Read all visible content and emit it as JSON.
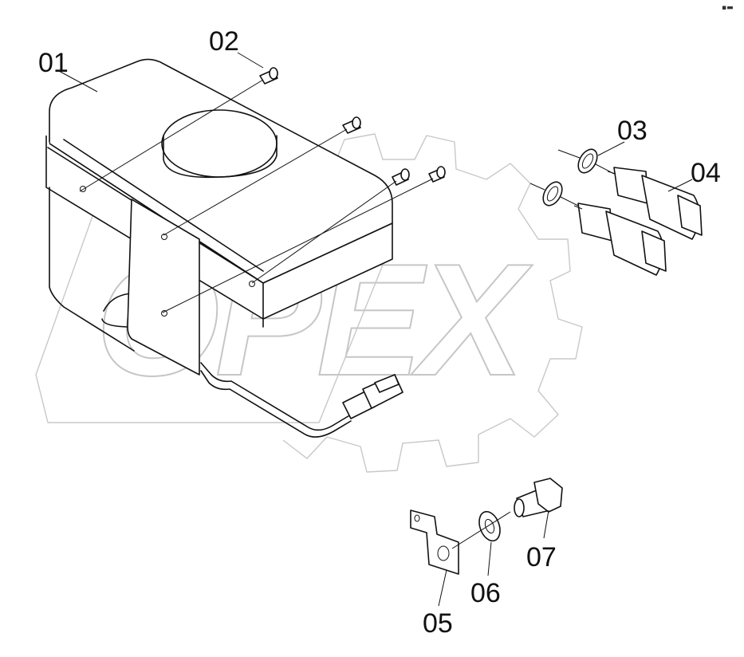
{
  "watermark": {
    "text": "OPEX",
    "color": "#c6c6c6"
  },
  "corner_mark": "▪▬",
  "callouts": [
    {
      "id": "01",
      "part": "tank"
    },
    {
      "id": "02",
      "part": "screw"
    },
    {
      "id": "03",
      "part": "o-ring"
    },
    {
      "id": "04",
      "part": "level-switch"
    },
    {
      "id": "05",
      "part": "bracket"
    },
    {
      "id": "06",
      "part": "washer"
    },
    {
      "id": "07",
      "part": "bolt"
    }
  ]
}
